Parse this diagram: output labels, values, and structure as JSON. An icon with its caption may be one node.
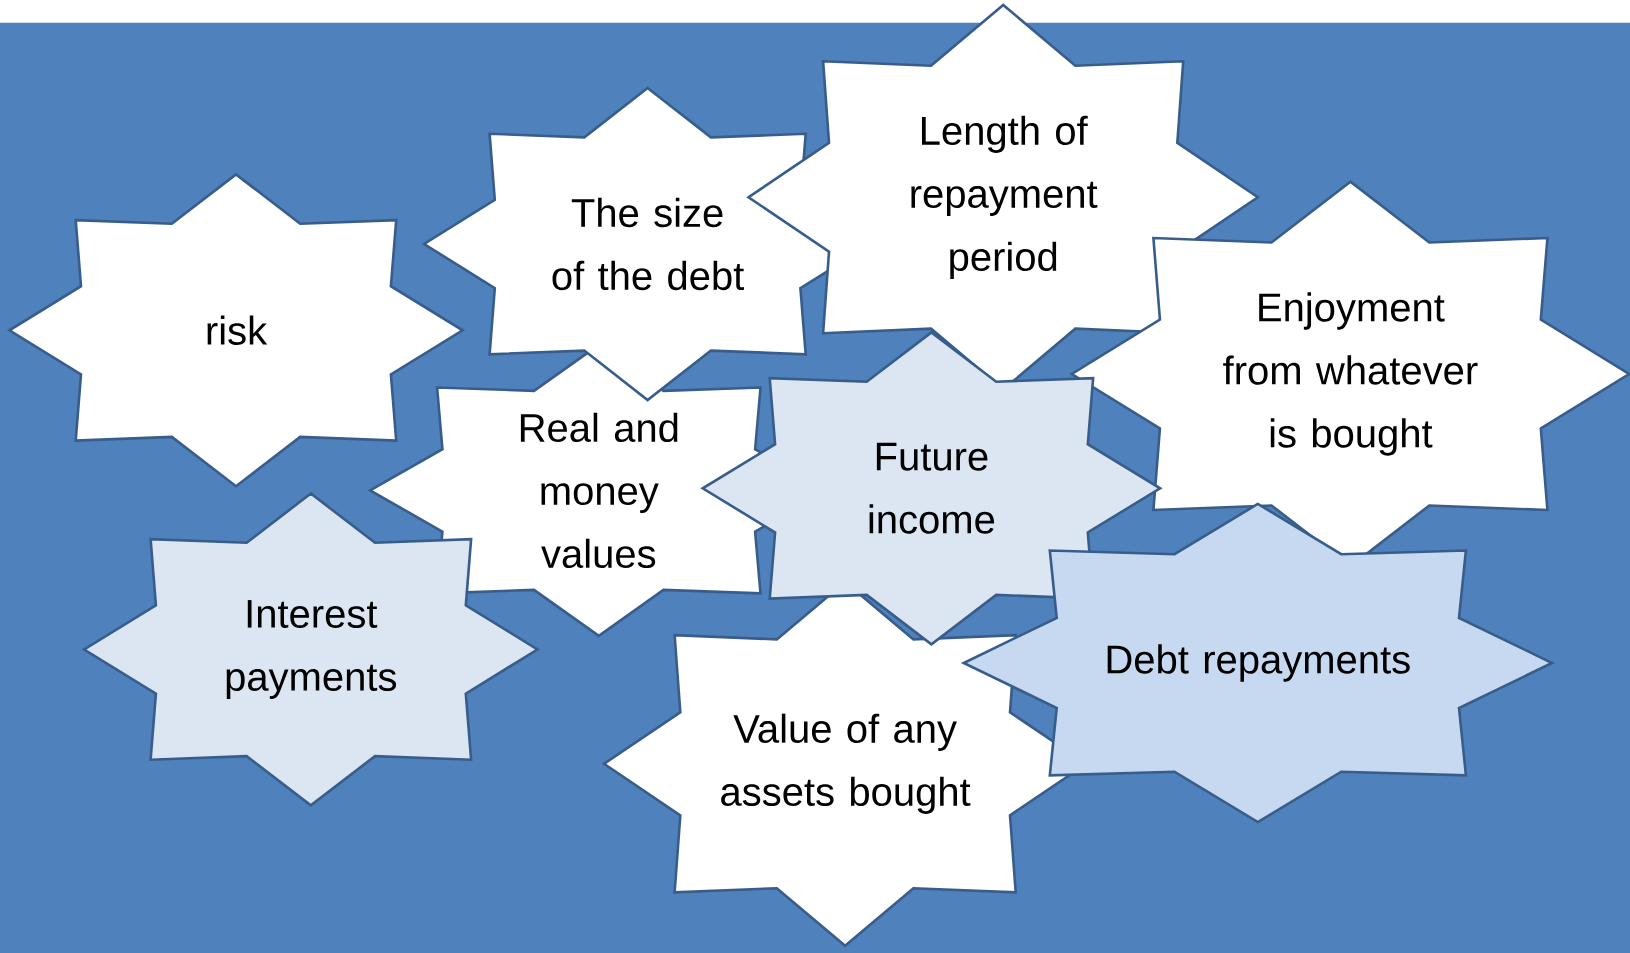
{
  "diagram": {
    "nodes": [
      {
        "text": [
          "risk"
        ]
      },
      {
        "text": [
          "The size of the debt"
        ]
      },
      {
        "text": [
          "Length of repayment period"
        ]
      },
      {
        "text": [
          "Enjoyment from whatever is bought"
        ]
      },
      {
        "text": [
          "Real and money values"
        ]
      },
      {
        "text": [
          "Future income"
        ]
      },
      {
        "text": [
          "Interest payments"
        ]
      },
      {
        "text": [
          "Value of any assets bought"
        ]
      },
      {
        "text": [
          "Debt repayments"
        ]
      }
    ]
  }
}
